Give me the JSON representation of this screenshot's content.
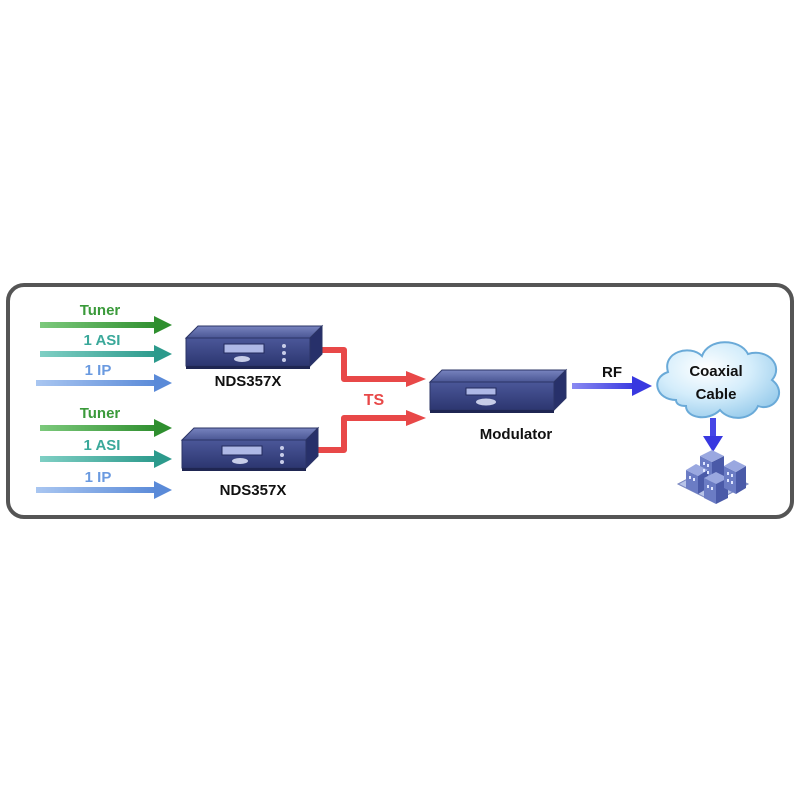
{
  "inputs_top": {
    "tuner": "Tuner",
    "asi": "1 ASI",
    "ip": "1 IP"
  },
  "inputs_bottom": {
    "tuner": "Tuner",
    "asi": "1 ASI",
    "ip": "1 IP"
  },
  "devices": {
    "encoder_top": "NDS357X",
    "encoder_bottom": "NDS357X",
    "modulator": "Modulator"
  },
  "links": {
    "ts": "TS",
    "rf": "RF"
  },
  "cloud": {
    "line1": "Coaxial",
    "line2": "Cable"
  },
  "colors": {
    "tuner": "#3a9a3a",
    "asi": "#3aa89a",
    "ip": "#6a9ae0",
    "ts": "#e84848",
    "rf": "#4646e6",
    "device": "#3e4a86",
    "frame": "#555555"
  },
  "icons": {
    "destination": "buildings-icon",
    "network": "cloud-icon"
  }
}
